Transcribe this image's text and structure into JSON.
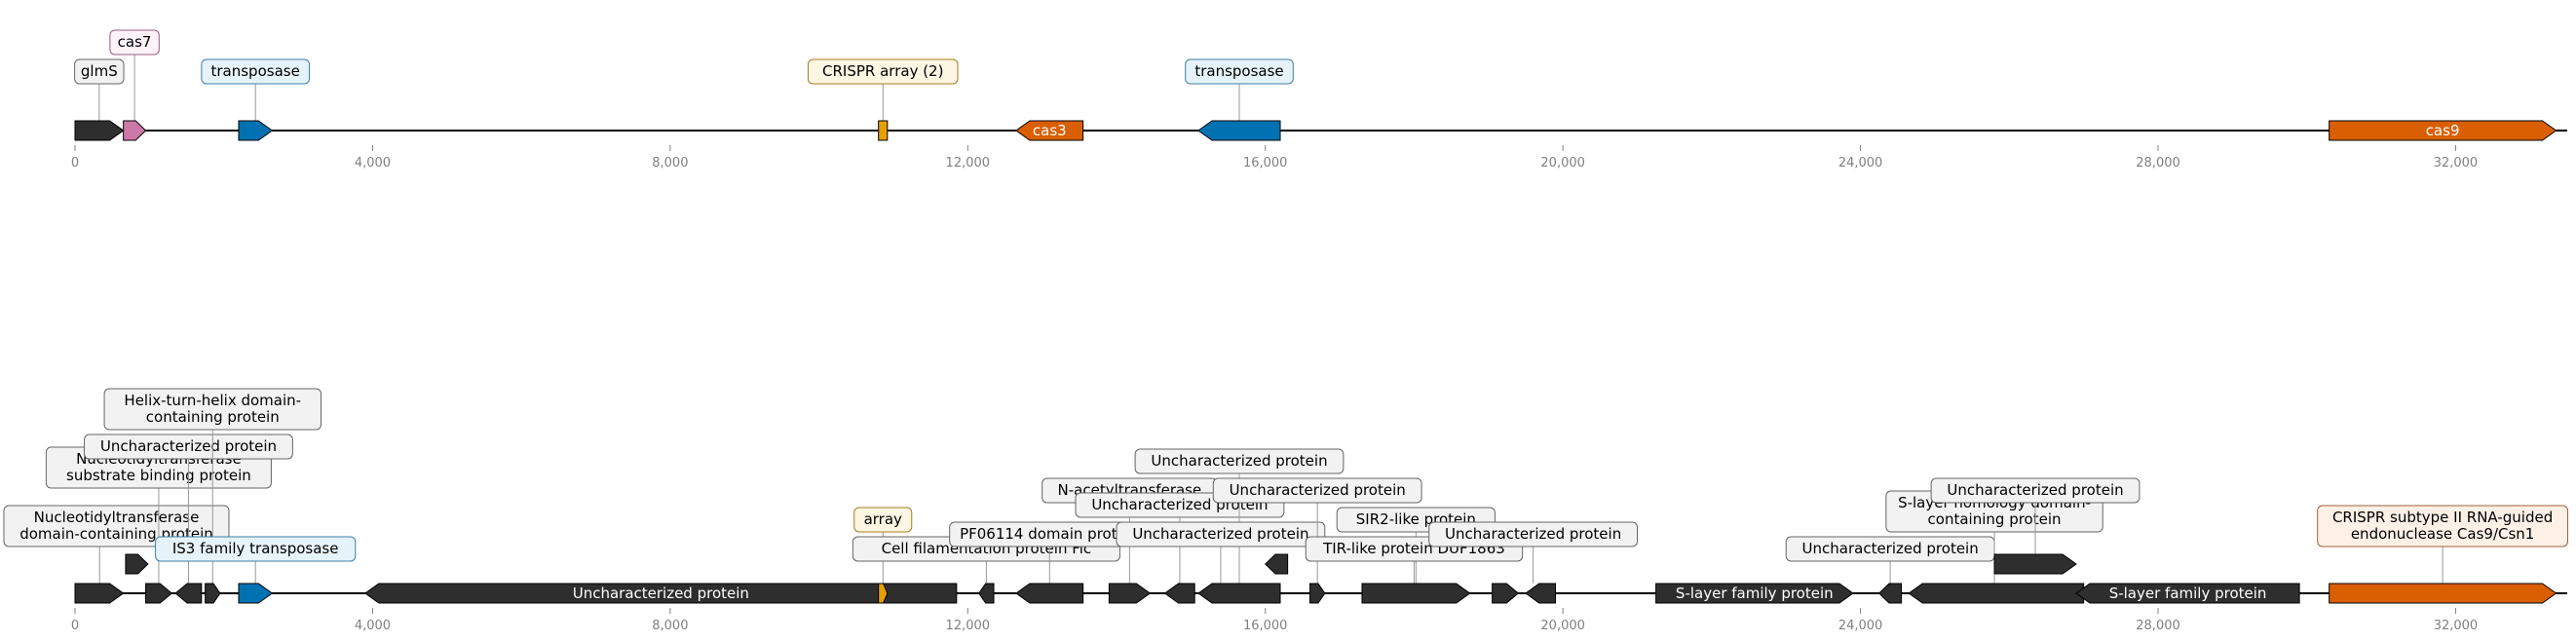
{
  "chart_data": {
    "type": "genome-track",
    "xlim": [
      0,
      33500
    ],
    "ticks": [
      0,
      4000,
      8000,
      12000,
      16000,
      20000,
      24000,
      28000,
      32000
    ],
    "tick_labels": [
      "0",
      "4,000",
      "8,000",
      "12,000",
      "16,000",
      "20,000",
      "24,000",
      "28,000",
      "32,000"
    ],
    "colors": {
      "default": "#2e2e2e",
      "cas9": "#d95f02",
      "cas3": "#d95f02",
      "transposase": "#0072b2",
      "cas7": "#cc79a7",
      "crispr": "#e69f00"
    },
    "tracks": [
      {
        "genes": [
          {
            "start": 0,
            "end": 650,
            "strand": 1,
            "color": "#2e2e2e",
            "label": "glmS",
            "text": "",
            "tier": 1,
            "box": "#f2f2f2",
            "edge": "#666666"
          },
          {
            "start": 650,
            "end": 950,
            "strand": 1,
            "color": "#cc79a7",
            "label": "cas7",
            "text": "",
            "tier": 2,
            "box": "#fdf3f8",
            "edge": "#9b5c7f"
          },
          {
            "start": 2200,
            "end": 2650,
            "strand": 1,
            "color": "#0072b2",
            "label": "transposase",
            "text": "",
            "tier": 1,
            "box": "#e6f3fa",
            "edge": "#3d7fa6"
          },
          {
            "start": 10800,
            "end": 10920,
            "strand": 0,
            "color": "#e69f00",
            "label": "CRISPR array (2)",
            "text": "",
            "tier": 1,
            "box": "#fdf6e3",
            "edge": "#a67c1f"
          },
          {
            "start": 12650,
            "end": 13550,
            "strand": -1,
            "color": "#d95f02",
            "label": "",
            "text": "cas3",
            "tier": 0,
            "box": "",
            "edge": ""
          },
          {
            "start": 15100,
            "end": 16200,
            "strand": -1,
            "color": "#0072b2",
            "label": "transposase",
            "text": "",
            "tier": 1,
            "box": "#e6f3fa",
            "edge": "#3d7fa6"
          },
          {
            "start": 30300,
            "end": 33350,
            "strand": 1,
            "color": "#d95f02",
            "label": "",
            "text": "cas9",
            "tier": 0,
            "box": "",
            "edge": ""
          }
        ]
      },
      {
        "genes": [
          {
            "start": 0,
            "end": 650,
            "strand": 1,
            "color": "#2e2e2e",
            "label": "Nucleotidyltransferase\ndomain-containing protein",
            "text": "",
            "tier": 1,
            "box": "#f2f2f2",
            "edge": "#666666",
            "anchor": 330
          },
          {
            "start": 680,
            "end": 980,
            "strand": 1,
            "color": "#2e2e2e",
            "label": "",
            "text": "",
            "tier": 0,
            "box": "",
            "edge": "",
            "lane": 1
          },
          {
            "start": 950,
            "end": 1300,
            "strand": 1,
            "color": "#2e2e2e",
            "label": "Nucleotidyltransferase\nsubstrate binding protein",
            "text": "",
            "tier": 3,
            "box": "#f2f2f2",
            "edge": "#666666"
          },
          {
            "start": 1350,
            "end": 1700,
            "strand": -1,
            "color": "#2e2e2e",
            "label": "Uncharacterized protein",
            "text": "",
            "tier": 4,
            "box": "#f2f2f2",
            "edge": "#666666"
          },
          {
            "start": 1750,
            "end": 1950,
            "strand": 1,
            "color": "#2e2e2e",
            "label": "Helix-turn-helix domain-\ncontaining protein",
            "text": "",
            "tier": 5,
            "box": "#f2f2f2",
            "edge": "#666666"
          },
          {
            "start": 2200,
            "end": 2650,
            "strand": 1,
            "color": "#0072b2",
            "label": "IS3 family transposase",
            "text": "",
            "tier": 0.5,
            "box": "#e6f3fa",
            "edge": "#3d7fa6"
          },
          {
            "start": 3900,
            "end": 11850,
            "strand": -1,
            "color": "#2e2e2e",
            "label": "",
            "text": "Uncharacterized protein",
            "tier": 0,
            "box": "",
            "edge": ""
          },
          {
            "start": 10800,
            "end": 10920,
            "strand": 1,
            "color": "#e69f00",
            "label": "array",
            "text": "",
            "tier": 1.5,
            "box": "#fdf6e3",
            "edge": "#a67c1f"
          },
          {
            "start": 12150,
            "end": 12350,
            "strand": -1,
            "color": "#2e2e2e",
            "label": "Cell filamentation protein Fic",
            "text": "",
            "tier": 0.5,
            "box": "#f2f2f2",
            "edge": "#666666"
          },
          {
            "start": 12650,
            "end": 13550,
            "strand": -1,
            "color": "#2e2e2e",
            "label": "PF06114 domain protein",
            "text": "",
            "tier": 1,
            "box": "#f2f2f2",
            "edge": "#666666"
          },
          {
            "start": 13900,
            "end": 14450,
            "strand": 1,
            "color": "#2e2e2e",
            "label": "N-acetyltransferase",
            "text": "",
            "tier": 2.5,
            "box": "#f2f2f2",
            "edge": "#666666"
          },
          {
            "start": 14650,
            "end": 15050,
            "strand": -1,
            "color": "#2e2e2e",
            "label": "Uncharacterized protein",
            "text": "",
            "tier": 2,
            "box": "#f2f2f2",
            "edge": "#666666"
          },
          {
            "start": 15100,
            "end": 16200,
            "strand": -1,
            "color": "#2e2e2e",
            "label": "Uncharacterized protein",
            "text": "",
            "tier": 3.5,
            "box": "#f2f2f2",
            "edge": "#666666"
          },
          {
            "start": 16000,
            "end": 16300,
            "strand": -1,
            "color": "#2e2e2e",
            "label": "",
            "text": "",
            "tier": 0,
            "box": "",
            "edge": "",
            "lane": 1
          },
          {
            "start": 16150,
            "end": 16400,
            "strand": -1,
            "color": "#2e2e2e",
            "label": "Uncharacterized protein",
            "text": "",
            "tier": 1,
            "box": "#f2f2f2",
            "edge": "#666666",
            "anchor": 15400,
            "noGene": true
          },
          {
            "start": 16600,
            "end": 16800,
            "strand": 1,
            "color": "#2e2e2e",
            "label": "Uncharacterized protein",
            "text": "",
            "tier": 2.5,
            "box": "#f2f2f2",
            "edge": "#666666"
          },
          {
            "start": 17300,
            "end": 18750,
            "strand": 1,
            "color": "#2e2e2e",
            "label": "SIR2-like protein",
            "text": "",
            "tier": 1.5,
            "box": "#f2f2f2",
            "edge": "#666666"
          },
          {
            "start": 18750,
            "end": 18800,
            "strand": 1,
            "color": "#2e2e2e",
            "label": "TIR-like protein DUF1863",
            "text": "",
            "tier": 0.5,
            "box": "#f2f2f2",
            "edge": "#666666",
            "anchor": 18000,
            "noGene": true
          },
          {
            "start": 19000,
            "end": 19400,
            "strand": 1,
            "color": "#2e2e2e",
            "label": "Uncharacterized protein",
            "text": "",
            "tier": 1,
            "box": "#f2f2f2",
            "edge": "#666666",
            "anchor": 19600,
            "noGene": true
          },
          {
            "start": 19500,
            "end": 19900,
            "strand": -1,
            "color": "#2e2e2e",
            "label": "",
            "text": "",
            "tier": 0,
            "box": "",
            "edge": ""
          },
          {
            "start": 19050,
            "end": 19400,
            "strand": 1,
            "color": "#2e2e2e",
            "label": "",
            "text": "",
            "tier": 0,
            "box": "",
            "edge": ""
          },
          {
            "start": 21250,
            "end": 23900,
            "strand": 1,
            "color": "#2e2e2e",
            "label": "",
            "text": "S-layer family protein",
            "tier": 0,
            "box": "",
            "edge": ""
          },
          {
            "start": 24250,
            "end": 24550,
            "strand": -1,
            "color": "#2e2e2e",
            "label": "Uncharacterized protein",
            "text": "",
            "tier": 0.5,
            "box": "#f2f2f2",
            "edge": "#666666"
          },
          {
            "start": 24650,
            "end": 27000,
            "strand": -1,
            "color": "#2e2e2e",
            "label": "S-layer homology domain-\ncontaining protein",
            "text": "",
            "tier": 1.5,
            "box": "#f2f2f2",
            "edge": "#666666",
            "anchor": 25800
          },
          {
            "start": 25800,
            "end": 26900,
            "strand": 1,
            "color": "#2e2e2e",
            "label": "Uncharacterized protein",
            "text": "",
            "tier": 2.5,
            "box": "#f2f2f2",
            "edge": "#666666",
            "lane": 1
          },
          {
            "start": 26900,
            "end": 29900,
            "strand": -1,
            "color": "#2e2e2e",
            "label": "",
            "text": "S-layer family protein",
            "tier": 0,
            "box": "",
            "edge": ""
          },
          {
            "start": 30300,
            "end": 33350,
            "strand": 1,
            "color": "#d95f02",
            "label": "CRISPR subtype II RNA-guided\nendonuclease Cas9/Csn1",
            "text": "",
            "tier": 1,
            "box": "#fdf0e6",
            "edge": "#a0623a"
          }
        ]
      }
    ]
  }
}
